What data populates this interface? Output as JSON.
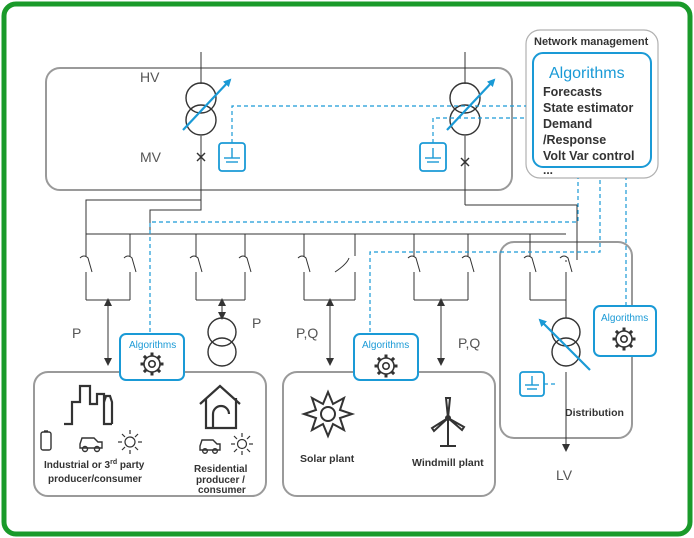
{
  "colors": {
    "frame_green": "#1a9a2a",
    "accent_blue": "#1a9ad6",
    "panel_gray": "#9a9a9a",
    "line_dark": "#333333"
  },
  "labels": {
    "hv": "HV",
    "mv": "MV",
    "lv": "LV",
    "p_left": "P",
    "p_mid": "P",
    "pq_left": "P,Q",
    "pq_right": "P,Q",
    "distribution": "Distribution"
  },
  "network_management": {
    "title": "Network management",
    "algorithms_title": "Algorithms",
    "items": [
      "Forecasts",
      "State estimator",
      "Demand",
      "/Response",
      "Volt Var control",
      "..."
    ]
  },
  "algorithm_badges": {
    "left": "Algorithms",
    "mid": "Algorithms",
    "right": "Algorithms"
  },
  "consumers": {
    "industrial_line1": "Industrial or 3",
    "industrial_sup": "rd",
    "industrial_line1_end": " party",
    "industrial_line2": "producer/consumer",
    "residential_line1": "Residential",
    "residential_line2": "producer /",
    "residential_line3": "consumer"
  },
  "plants": {
    "solar": "Solar plant",
    "windmill": "Windmill plant"
  },
  "icons": {
    "transformer": "transformer-icon",
    "gear": "gear-icon",
    "ground_meter": "meter-icon",
    "factory": "factory-icon",
    "house": "house-icon",
    "car": "car-icon",
    "sun": "sun-icon",
    "battery": "battery-icon",
    "wind_turbine": "wind-turbine-icon"
  }
}
